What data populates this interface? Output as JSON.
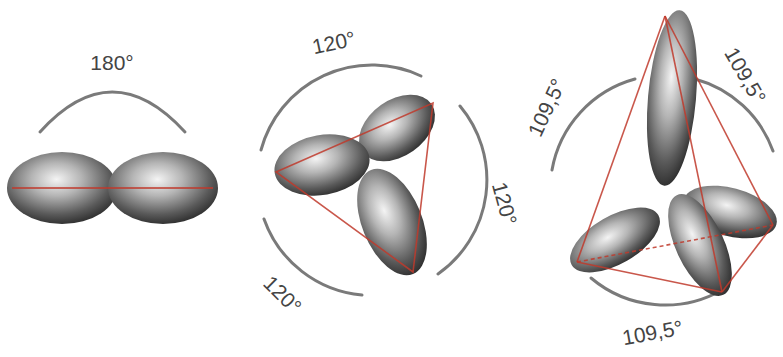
{
  "diagram": {
    "labels": [
      "180°",
      "120°",
      "120°",
      "120°",
      "109,5°",
      "109,5°",
      "109,5°"
    ]
  }
}
